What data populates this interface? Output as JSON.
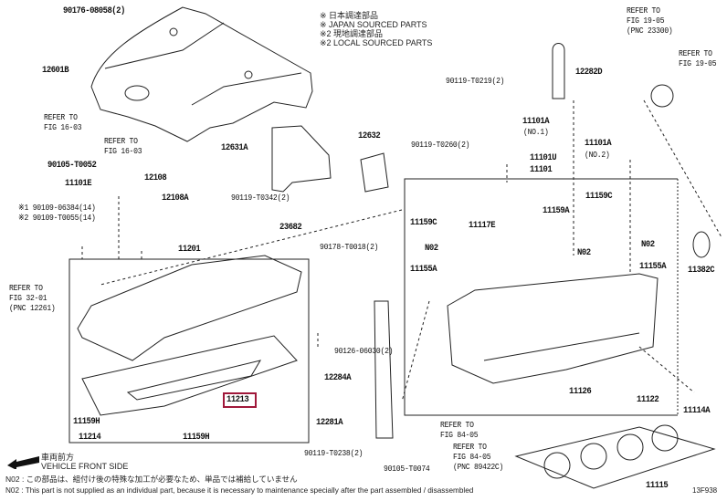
{
  "legend_notes": [
    "※  日本調達部品",
    "※  JAPAN SOURCED PARTS",
    "※2 現地調達部品",
    "※2 LOCAL SOURCED PARTS"
  ],
  "highlight_color": "#a0183a",
  "highlighted_part": "11213",
  "parts": {
    "p90176_08058": "90176-08058(2)",
    "p12601B": "12601B",
    "ref_16_03_a": [
      "REFER TO",
      "FIG 16-03"
    ],
    "ref_16_03_b": [
      "REFER TO",
      "FIG 16-03"
    ],
    "p90105_T0052": "90105-T0052",
    "p11101E": "11101E",
    "p12108": "12108",
    "p12108A": "12108A",
    "p90109_1": "※1 90109-06384(14)",
    "p90109_2": "※2 90109-T0055(14)",
    "p12631A": "12631A",
    "p90119_T0342": "90119-T0342(2)",
    "p23682": "23682",
    "p90178_T0018": "90178-T0018(2)",
    "p11201": "11201",
    "ref_19_05_a": [
      "REFER TO",
      "FIG 19-05",
      "(PNC 23300)"
    ],
    "ref_19_05_b": [
      "REFER TO",
      "FIG 19-05"
    ],
    "p12282D": "12282D",
    "p90119_T0219": "90119-T0219(2)",
    "p11101A_1": [
      "11101A",
      "(NO.1)"
    ],
    "p12632": "12632",
    "p90119_T0260": "90119-T0260(2)",
    "p11101A_2": [
      "11101A",
      "(NO.2)"
    ],
    "p11101U": "11101U",
    "p11101": "11101",
    "p11159C_r": "11159C",
    "p11159A": "11159A",
    "p11159C_l": "11159C",
    "p11117E": "11117E",
    "n02_a": "N02",
    "n02_b": "N02",
    "n02_c": "N02",
    "p11155A_l": "11155A",
    "p11155A_r": "11155A",
    "p11382C": "11382C",
    "ref_32_01": [
      "REFER TO",
      "FIG 32-01",
      "(PNC 12261)"
    ],
    "p90126_06030": "90126-06030(2)",
    "p12284A": "12284A",
    "p11213": "11213",
    "p11159H_a": "11159H",
    "p12281A": "12281A",
    "p11214": "11214",
    "p11159H_b": "11159H",
    "p11126": "11126",
    "p11122": "11122",
    "p11114A": "11114A",
    "ref_84_05_a": [
      "REFER TO",
      "FIG 84-05"
    ],
    "ref_84_05_b": [
      "REFER TO",
      "FIG 84-05",
      "(PNC 89422C)"
    ],
    "p90119_T0238": "90119-T0238(2)",
    "p90105_T0074": "90105-T0074",
    "p11115": "11115"
  },
  "front_side": [
    "車両前方",
    "VEHICLE FRONT SIDE"
  ],
  "footnotes": [
    "N02 : この部品は、組付け後の特殊な加工が必要なため、単品では補給していません",
    "N02 : This part is not supplied as an individual part, because it is necessary to maintenance specially after the part assembled / disassembled"
  ],
  "figure_code": "13F938"
}
